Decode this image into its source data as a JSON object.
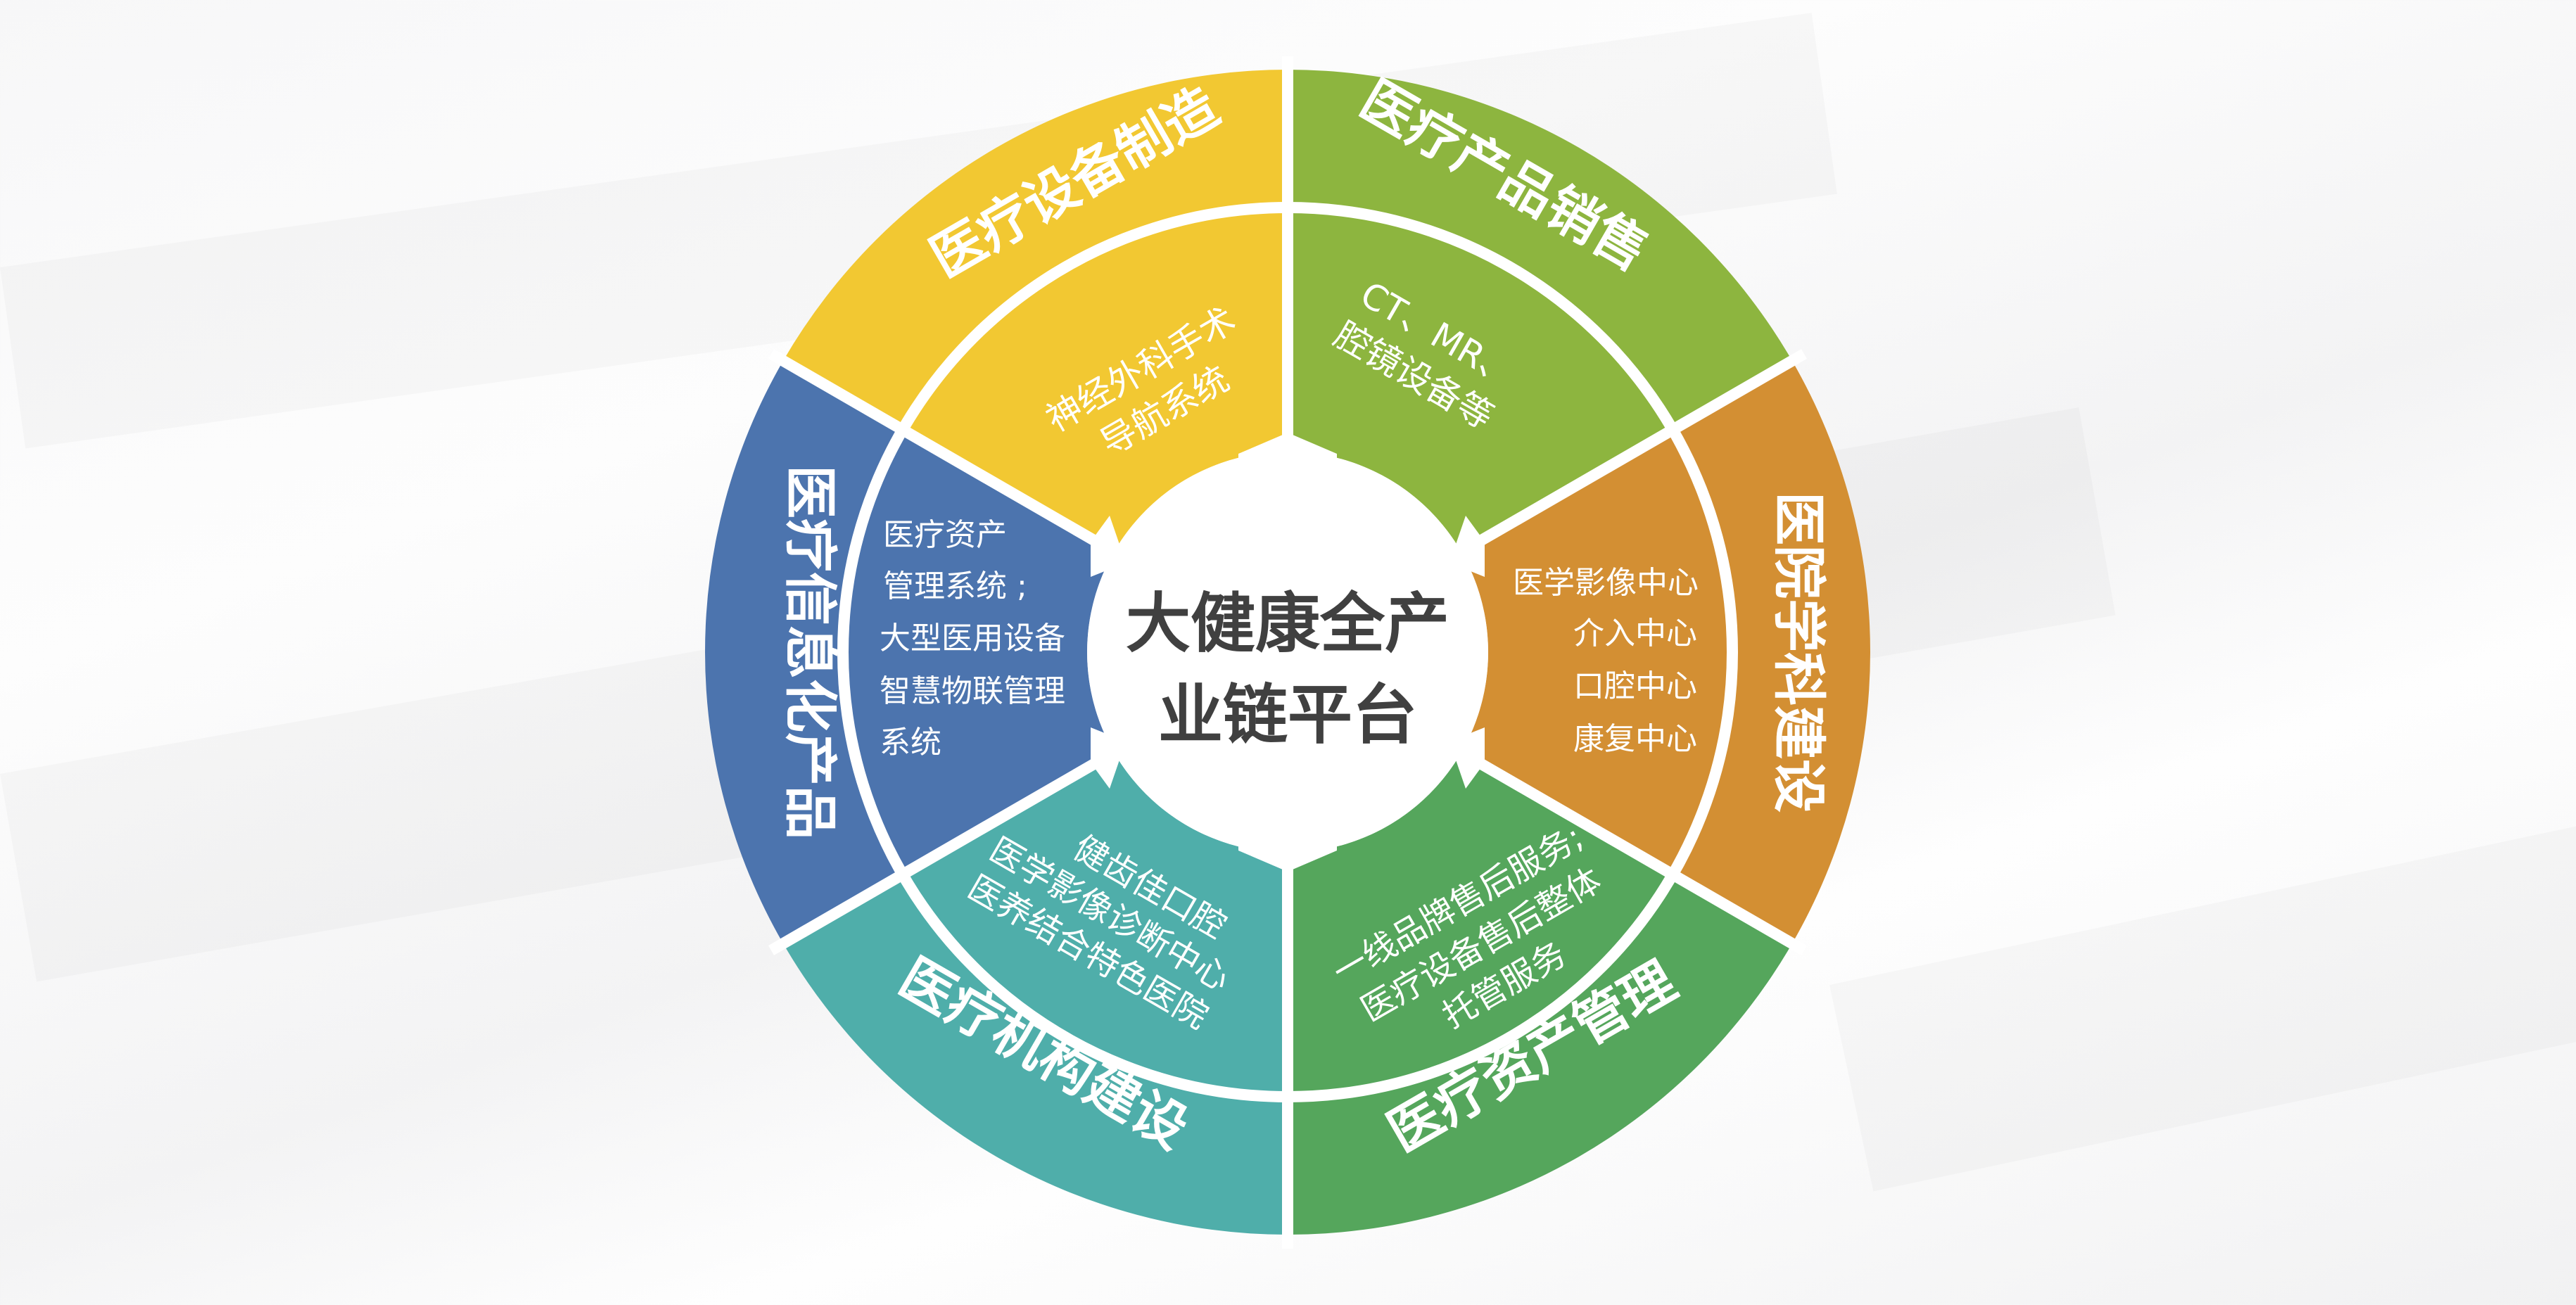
{
  "diagram": {
    "center": {
      "line1": "大健康全产",
      "line2": "业链平台",
      "text_color": "#404040"
    },
    "segments": [
      {
        "id": "equipment-manufacturing",
        "color": "#F2C832",
        "outer_label": "医疗设备制造",
        "inner_lines": [
          "神经外科手术",
          "导航系统"
        ]
      },
      {
        "id": "product-sales",
        "color": "#8DB53F",
        "outer_label": "医疗产品销售",
        "inner_lines": [
          "CT、MR、",
          "腔镜设备等"
        ]
      },
      {
        "id": "hospital-discipline",
        "color": "#D38F33",
        "outer_label": "医院学科建设",
        "inner_lines": [
          "医学影像中心",
          "介入中心",
          "口腔中心",
          "康复中心"
        ]
      },
      {
        "id": "asset-management",
        "color": "#55A65C",
        "outer_label": "医疗资产管理",
        "inner_lines": [
          "一线品牌售后服务;",
          "医疗设备售后整体",
          "托管服务"
        ]
      },
      {
        "id": "institution-construction",
        "color": "#4FAEAA",
        "outer_label": "医疗机构建设",
        "inner_lines": [
          "健齿佳口腔",
          "医学影像诊断中心",
          "医养结合特色医院"
        ]
      },
      {
        "id": "information-products",
        "color": "#4C74AE",
        "outer_label": "医疗信息化产品",
        "inner_lines": [
          "医疗资产",
          "管理系统 ;",
          "大型医用设备",
          "智慧物联管理",
          "系统"
        ]
      }
    ]
  }
}
